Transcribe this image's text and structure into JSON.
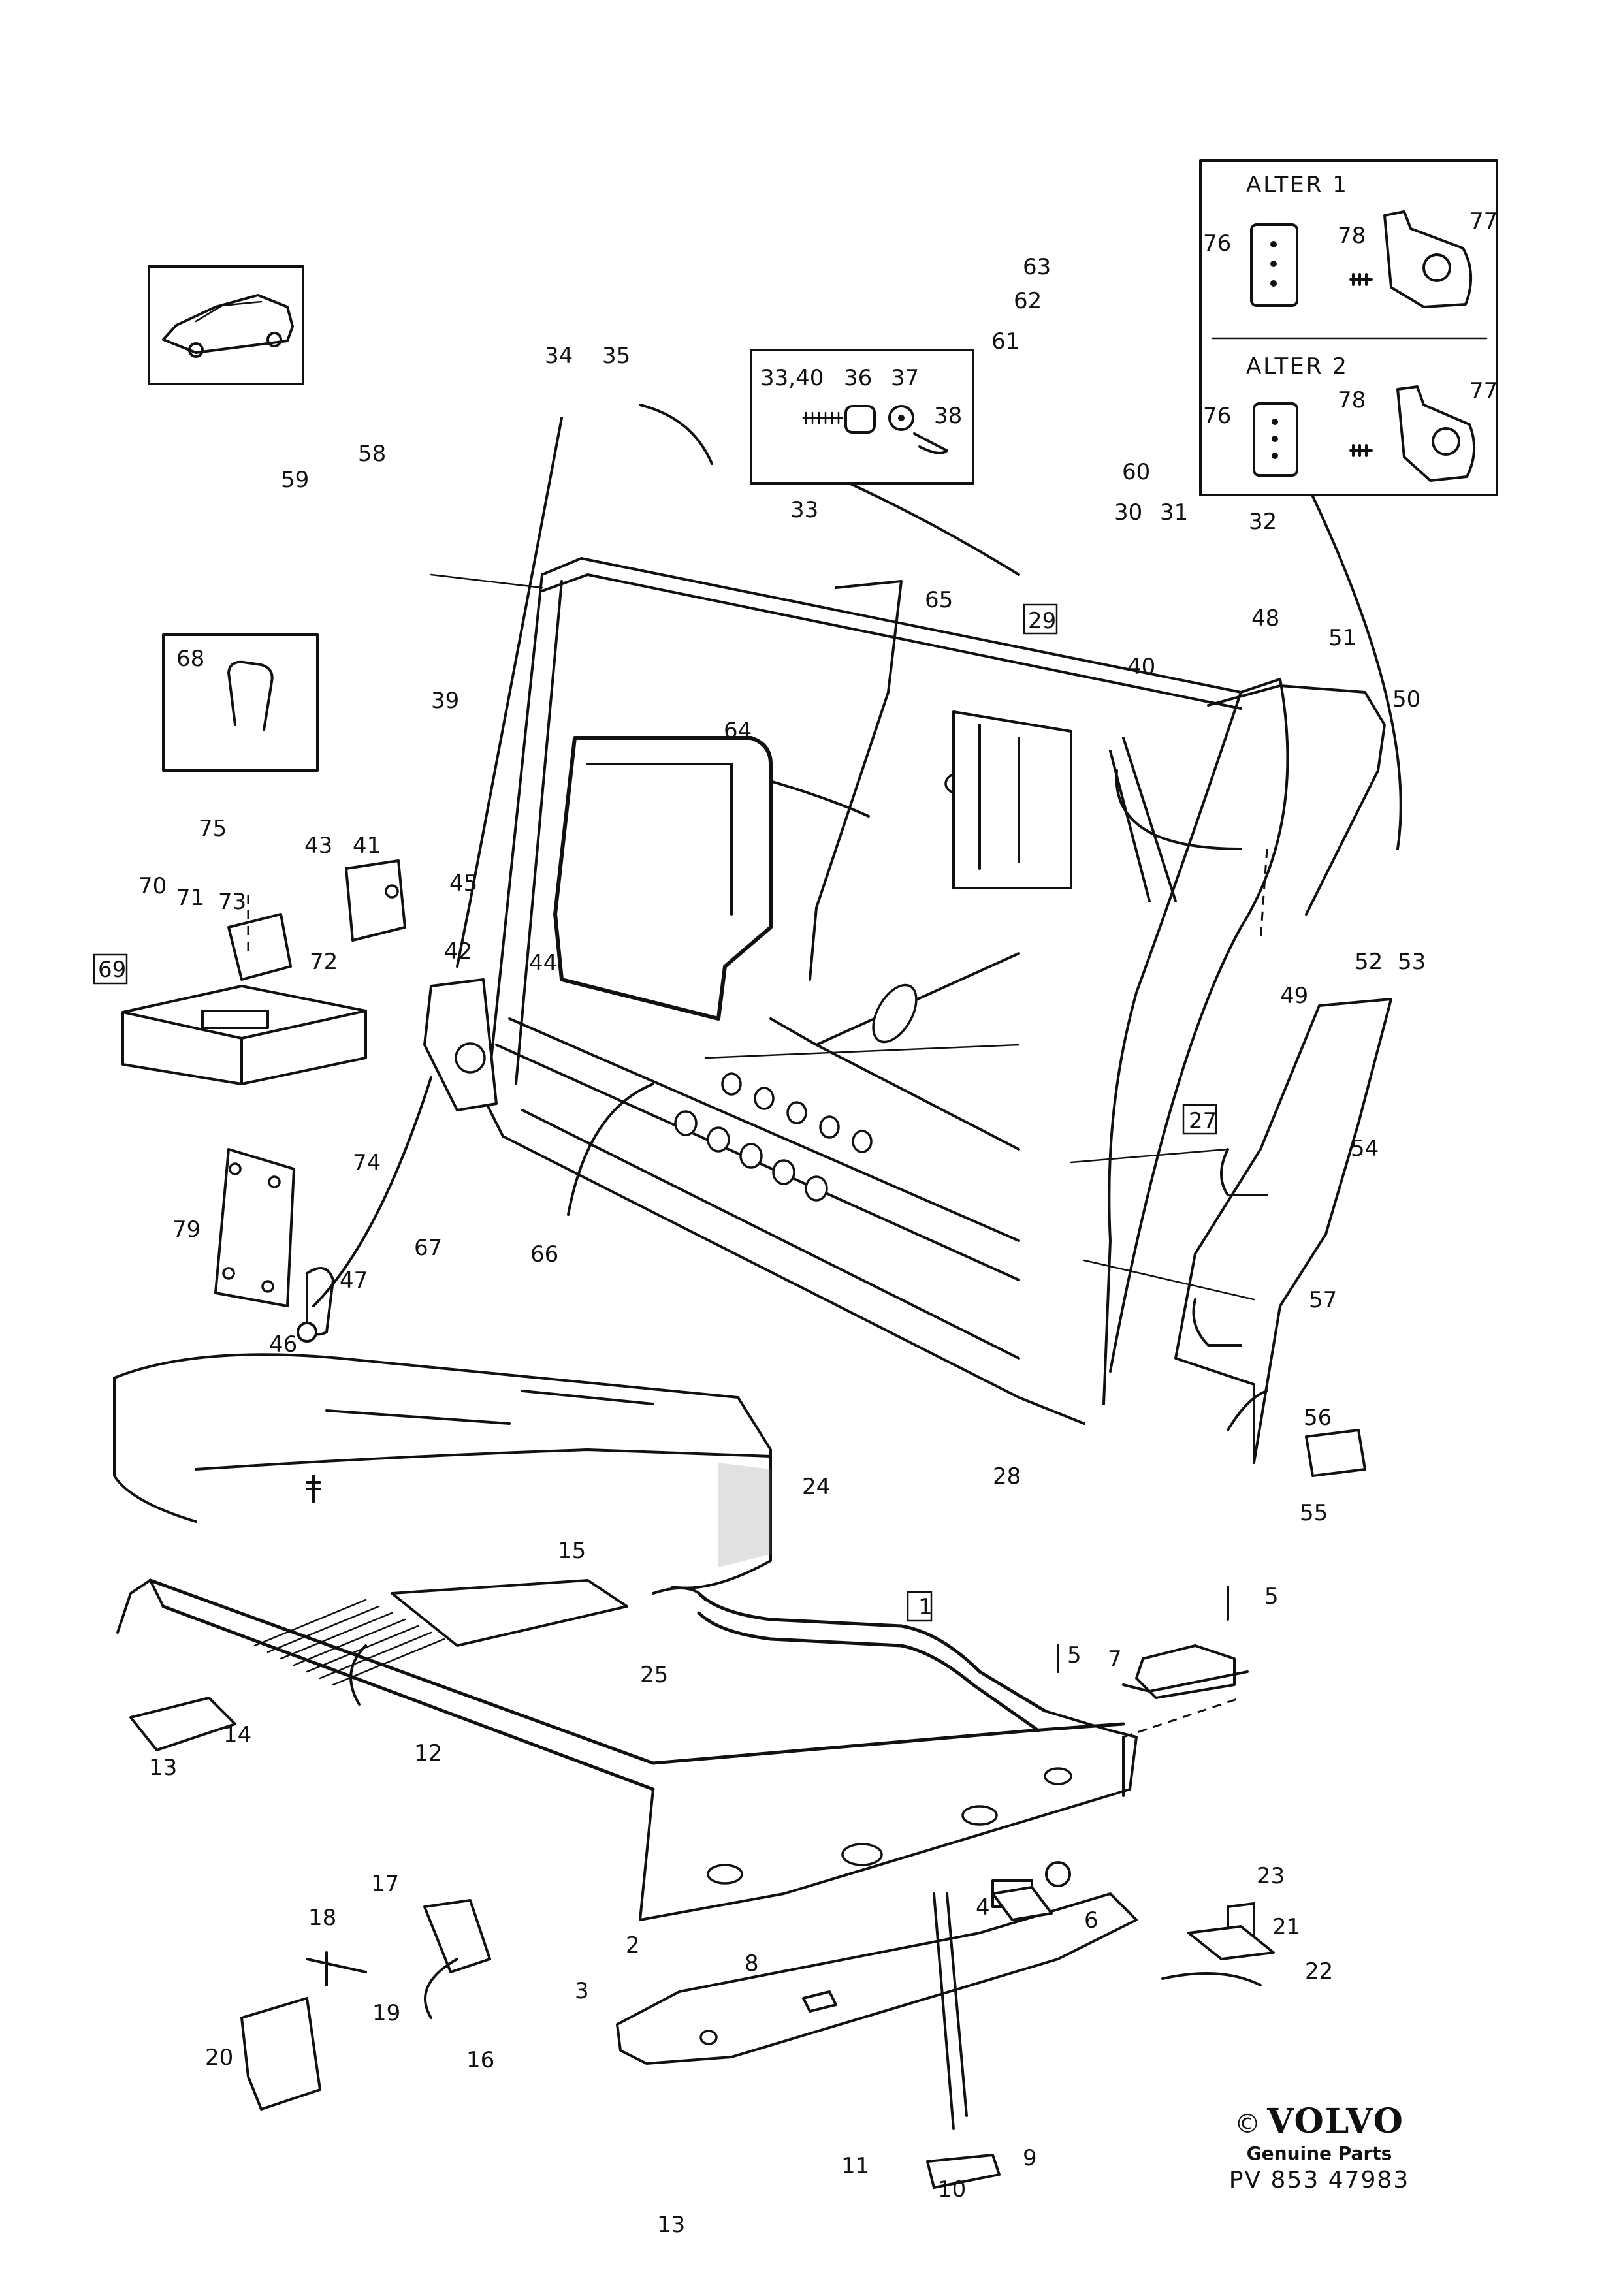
{
  "callouts": {
    "n1": "1",
    "n2": "2",
    "n3": "3",
    "n4": "4",
    "n5a": "5",
    "n5b": "5",
    "n6": "6",
    "n7": "7",
    "n8": "8",
    "n9": "9",
    "n10": "10",
    "n11": "11",
    "n12": "12",
    "n13a": "13",
    "n13b": "13",
    "n14": "14",
    "n15": "15",
    "n16": "16",
    "n17": "17",
    "n18": "18",
    "n19": "19",
    "n20": "20",
    "n21": "21",
    "n22": "22",
    "n23": "23",
    "n24": "24",
    "n25": "25",
    "n27": "27",
    "n28": "28",
    "n29": "29",
    "n30": "30",
    "n31": "31",
    "n32": "32",
    "n33": "33",
    "n3340": "33,40",
    "n34": "34",
    "n35": "35",
    "n36": "36",
    "n37": "37",
    "n38": "38",
    "n39": "39",
    "n40": "40",
    "n41": "41",
    "n42": "42",
    "n43": "43",
    "n44": "44",
    "n45": "45",
    "n46": "46",
    "n47": "47",
    "n48": "48",
    "n49": "49",
    "n50": "50",
    "n51": "51",
    "n52": "52",
    "n53": "53",
    "n54": "54",
    "n55": "55",
    "n56": "56",
    "n57": "57",
    "n58": "58",
    "n59": "59",
    "n60": "60",
    "n61": "61",
    "n62": "62",
    "n63": "63",
    "n64": "64",
    "n65": "65",
    "n66": "66",
    "n67": "67",
    "n68": "68",
    "n69": "69",
    "n70": "70",
    "n71": "71",
    "n72": "72",
    "n73": "73",
    "n74": "74",
    "n75": "75",
    "n76a": "76",
    "n76b": "76",
    "n77a": "77",
    "n77b": "77",
    "n78a": "78",
    "n78b": "78",
    "n79": "79"
  },
  "inset": {
    "alter1": "ALTER 1",
    "alter2": "ALTER 2"
  },
  "footer": {
    "copyright": "©",
    "brand": "VOLVO",
    "sub": "Genuine Parts",
    "part_number": "PV 853 47983"
  }
}
